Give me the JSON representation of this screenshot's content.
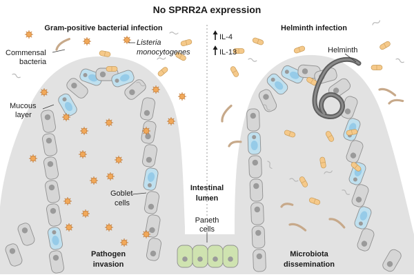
{
  "title": "No SPRR2A expression",
  "left_panel": {
    "heading": "Gram-positive bacterial infection",
    "commensal_line1": "Commensal",
    "commensal_line2": "bacteria",
    "listeria_line1": "Listeria",
    "listeria_line2": "monocytogenes",
    "mucous_line1": "Mucous",
    "mucous_line2": "layer",
    "goblet_line1": "Goblet",
    "goblet_line2": "cells",
    "outcome_line1": "Pathogen",
    "outcome_line2": "invasion"
  },
  "center": {
    "il4": "IL-4",
    "il13": "IL-13",
    "lumen_line1": "Intestinal",
    "lumen_line2": "lumen",
    "paneth_line1": "Paneth",
    "paneth_line2": "cells"
  },
  "right_panel": {
    "heading": "Helminth infection",
    "helminth": "Helminth",
    "outcome_line1": "Microbiota",
    "outcome_line2": "dissemination"
  },
  "colors": {
    "mucus": "#dcdcdc",
    "epithelial_cell": "#d6d6d6",
    "goblet_cell": "#bfe0ef",
    "paneth_cell": "#cfe3b0",
    "pathogen": "#f0a85a",
    "commensal": "#f5c98a",
    "helminth": "#6b6b6b"
  }
}
